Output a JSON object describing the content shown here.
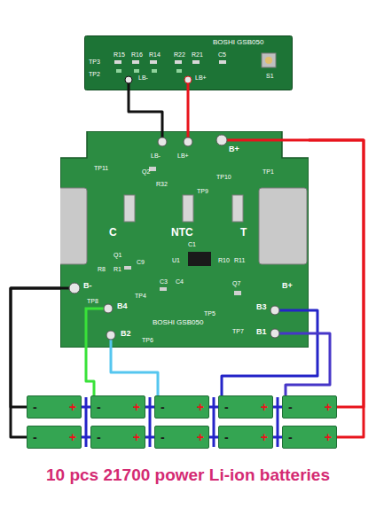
{
  "diagram": {
    "caption": "10 pcs 21700 power Li-ion batteries",
    "nodes": [
      {
        "text": [
          "BOSHI GSB050"
        ]
      },
      {
        "text": [
          "BOSHI GSB050"
        ]
      },
      {
        "text": [
          "-",
          "+"
        ]
      },
      {
        "text": [
          "-",
          "+"
        ]
      },
      {
        "text": [
          "-",
          "+"
        ]
      },
      {
        "text": [
          "-",
          "+"
        ]
      },
      {
        "text": [
          "-",
          "+"
        ]
      },
      {
        "text": [
          "-",
          "+"
        ]
      },
      {
        "text": [
          "-",
          "+"
        ]
      },
      {
        "text": [
          "-",
          "+"
        ]
      },
      {
        "text": [
          "-",
          "+"
        ]
      },
      {
        "text": [
          "-",
          "+"
        ]
      }
    ],
    "edges": [
      {
        "from": 0,
        "to": 1,
        "arrow": "none"
      },
      {
        "from": 0,
        "to": 1,
        "arrow": "none"
      },
      {
        "from": 1,
        "to": 2,
        "arrow": "none"
      },
      {
        "from": 1,
        "to": 7,
        "arrow": "none"
      },
      {
        "from": 1,
        "to": 6,
        "arrow": "none"
      },
      {
        "from": 1,
        "to": 11,
        "arrow": "none"
      },
      {
        "from": 1,
        "to": 3,
        "arrow": "none"
      },
      {
        "from": 1,
        "to": 4,
        "arrow": "none"
      },
      {
        "from": 1,
        "to": 5,
        "arrow": "none"
      },
      {
        "from": 1,
        "to": 6,
        "arrow": "none"
      }
    ],
    "labels": [
      "TP3",
      "TP2",
      "R15",
      "R16",
      "R14",
      "R22",
      "R21",
      "C5",
      "S1",
      "LB-",
      "LB+",
      "LB-",
      "LB+",
      "B+",
      "TP11",
      "Q2",
      "R32",
      "TP9",
      "TP10",
      "TP1",
      "C",
      "NTC",
      "T",
      "Q1",
      "C9",
      "R8",
      "R1",
      "C1",
      "U1",
      "R10",
      "R11",
      "C3",
      "C4",
      "Q7",
      "TP4",
      "TP8",
      "B-",
      "B4",
      "TP5",
      "B+",
      "B3",
      "B1",
      "TP7",
      "B2",
      "TP6"
    ]
  }
}
